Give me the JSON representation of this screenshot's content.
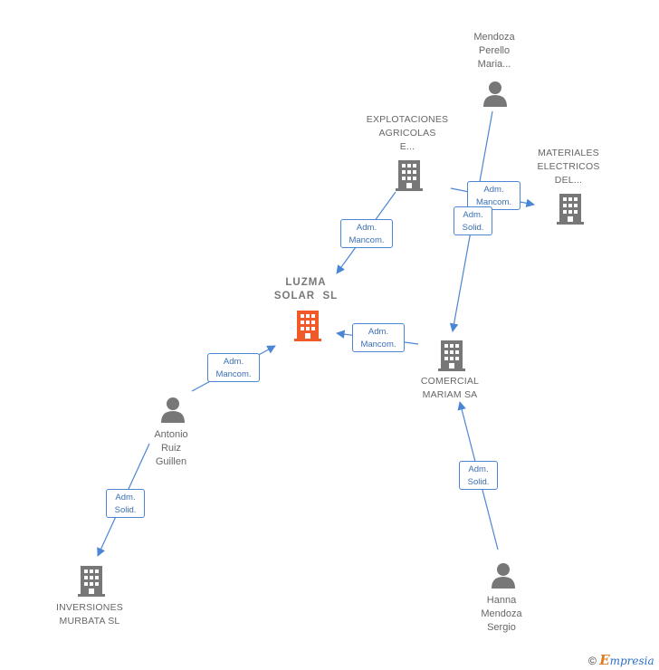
{
  "nodes": {
    "mendoza_perello": {
      "lines": [
        "Mendoza",
        "Perello",
        "Maria..."
      ],
      "type": "person"
    },
    "explotaciones": {
      "lines": [
        "EXPLOTACIONES",
        "AGRICOLAS",
        "E..."
      ],
      "type": "company"
    },
    "materiales": {
      "lines": [
        "MATERIALES",
        "ELECTRICOS",
        "DEL..."
      ],
      "type": "company"
    },
    "luzma": {
      "lines": [
        "LUZMA",
        "SOLAR  SL"
      ],
      "type": "company-main"
    },
    "comercial": {
      "lines": [
        "COMERCIAL",
        "MARIAM SA"
      ],
      "type": "company"
    },
    "antonio": {
      "lines": [
        "Antonio",
        "Ruiz",
        "Guillen"
      ],
      "type": "person"
    },
    "inversiones": {
      "lines": [
        "INVERSIONES",
        "MURBATA SL"
      ],
      "type": "company"
    },
    "hanna": {
      "lines": [
        "Hanna",
        "Mendoza",
        "Sergio"
      ],
      "type": "person"
    }
  },
  "edges": [
    {
      "id": "e1",
      "line1": "Adm.",
      "line2": "Mancom."
    },
    {
      "id": "e2",
      "line1": "Adm.",
      "line2": "Mancom."
    },
    {
      "id": "e3",
      "line1": "Adm.",
      "line2": "Solid."
    },
    {
      "id": "e4",
      "line1": "Adm.",
      "line2": "Mancom."
    },
    {
      "id": "e5",
      "line1": "Adm.",
      "line2": "Mancom."
    },
    {
      "id": "e6",
      "line1": "Adm.",
      "line2": "Solid."
    },
    {
      "id": "e7",
      "line1": "Adm.",
      "line2": "Solid."
    }
  ],
  "colors": {
    "edge": "#4a86d4",
    "icon": "#777777",
    "main_icon": "#f05a28"
  },
  "footer": {
    "copyright": "©",
    "brand_initial": "E",
    "brand_rest": "mpresia"
  }
}
